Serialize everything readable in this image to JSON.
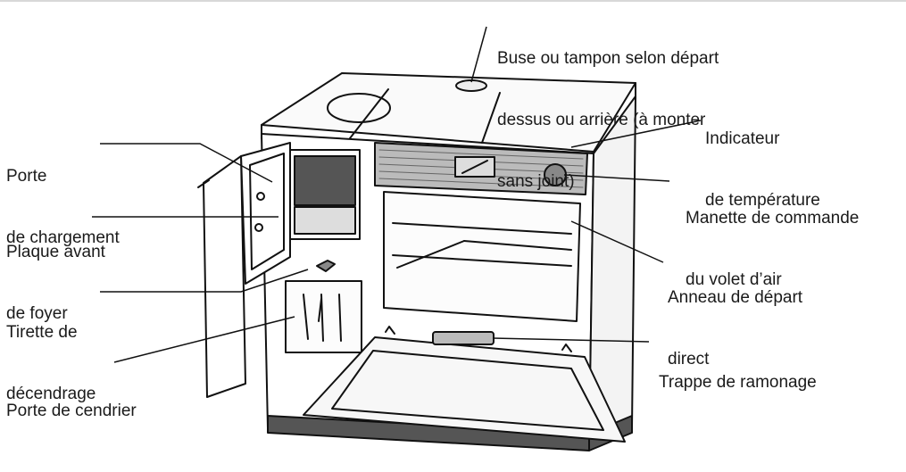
{
  "labels": {
    "buse": [
      "Buse ou tampon selon départ",
      "dessus ou arrière (à monter",
      "sans joint)"
    ],
    "indicateur": [
      "Indicateur",
      "de température"
    ],
    "manette": [
      "Manette de commande",
      "du volet d’air"
    ],
    "anneau": [
      "Anneau de départ",
      "direct"
    ],
    "trappe": [
      "Trappe de ramonage"
    ],
    "porte_chargement": [
      "Porte",
      "de chargement"
    ],
    "plaque": [
      "Plaque avant",
      "de foyer"
    ],
    "tirette": [
      "Tirette de",
      "décendrage"
    ],
    "porte_cendrier": [
      "Porte de cendrier"
    ]
  }
}
